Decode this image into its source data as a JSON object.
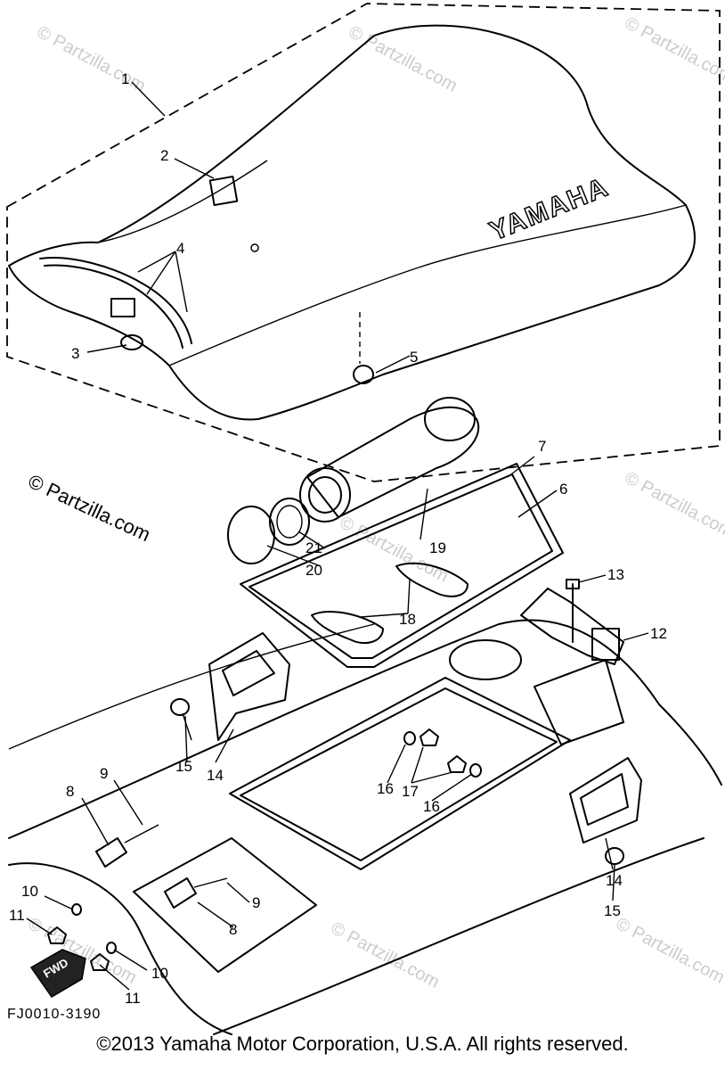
{
  "diagram": {
    "brand_mark": "YAMAHA",
    "watermark": "© Partzilla.com",
    "figure_code": "FJ0010-3190",
    "copyright": "©2013  Yamaha Motor Corporation, U.S.A. All rights reserved.",
    "fwd_mark": "FWD",
    "callouts": [
      "1",
      "2",
      "3",
      "4",
      "5",
      "6",
      "7",
      "8",
      "9",
      "10",
      "11",
      "12",
      "13",
      "14",
      "15",
      "16",
      "17",
      "18",
      "19",
      "20",
      "21"
    ]
  }
}
